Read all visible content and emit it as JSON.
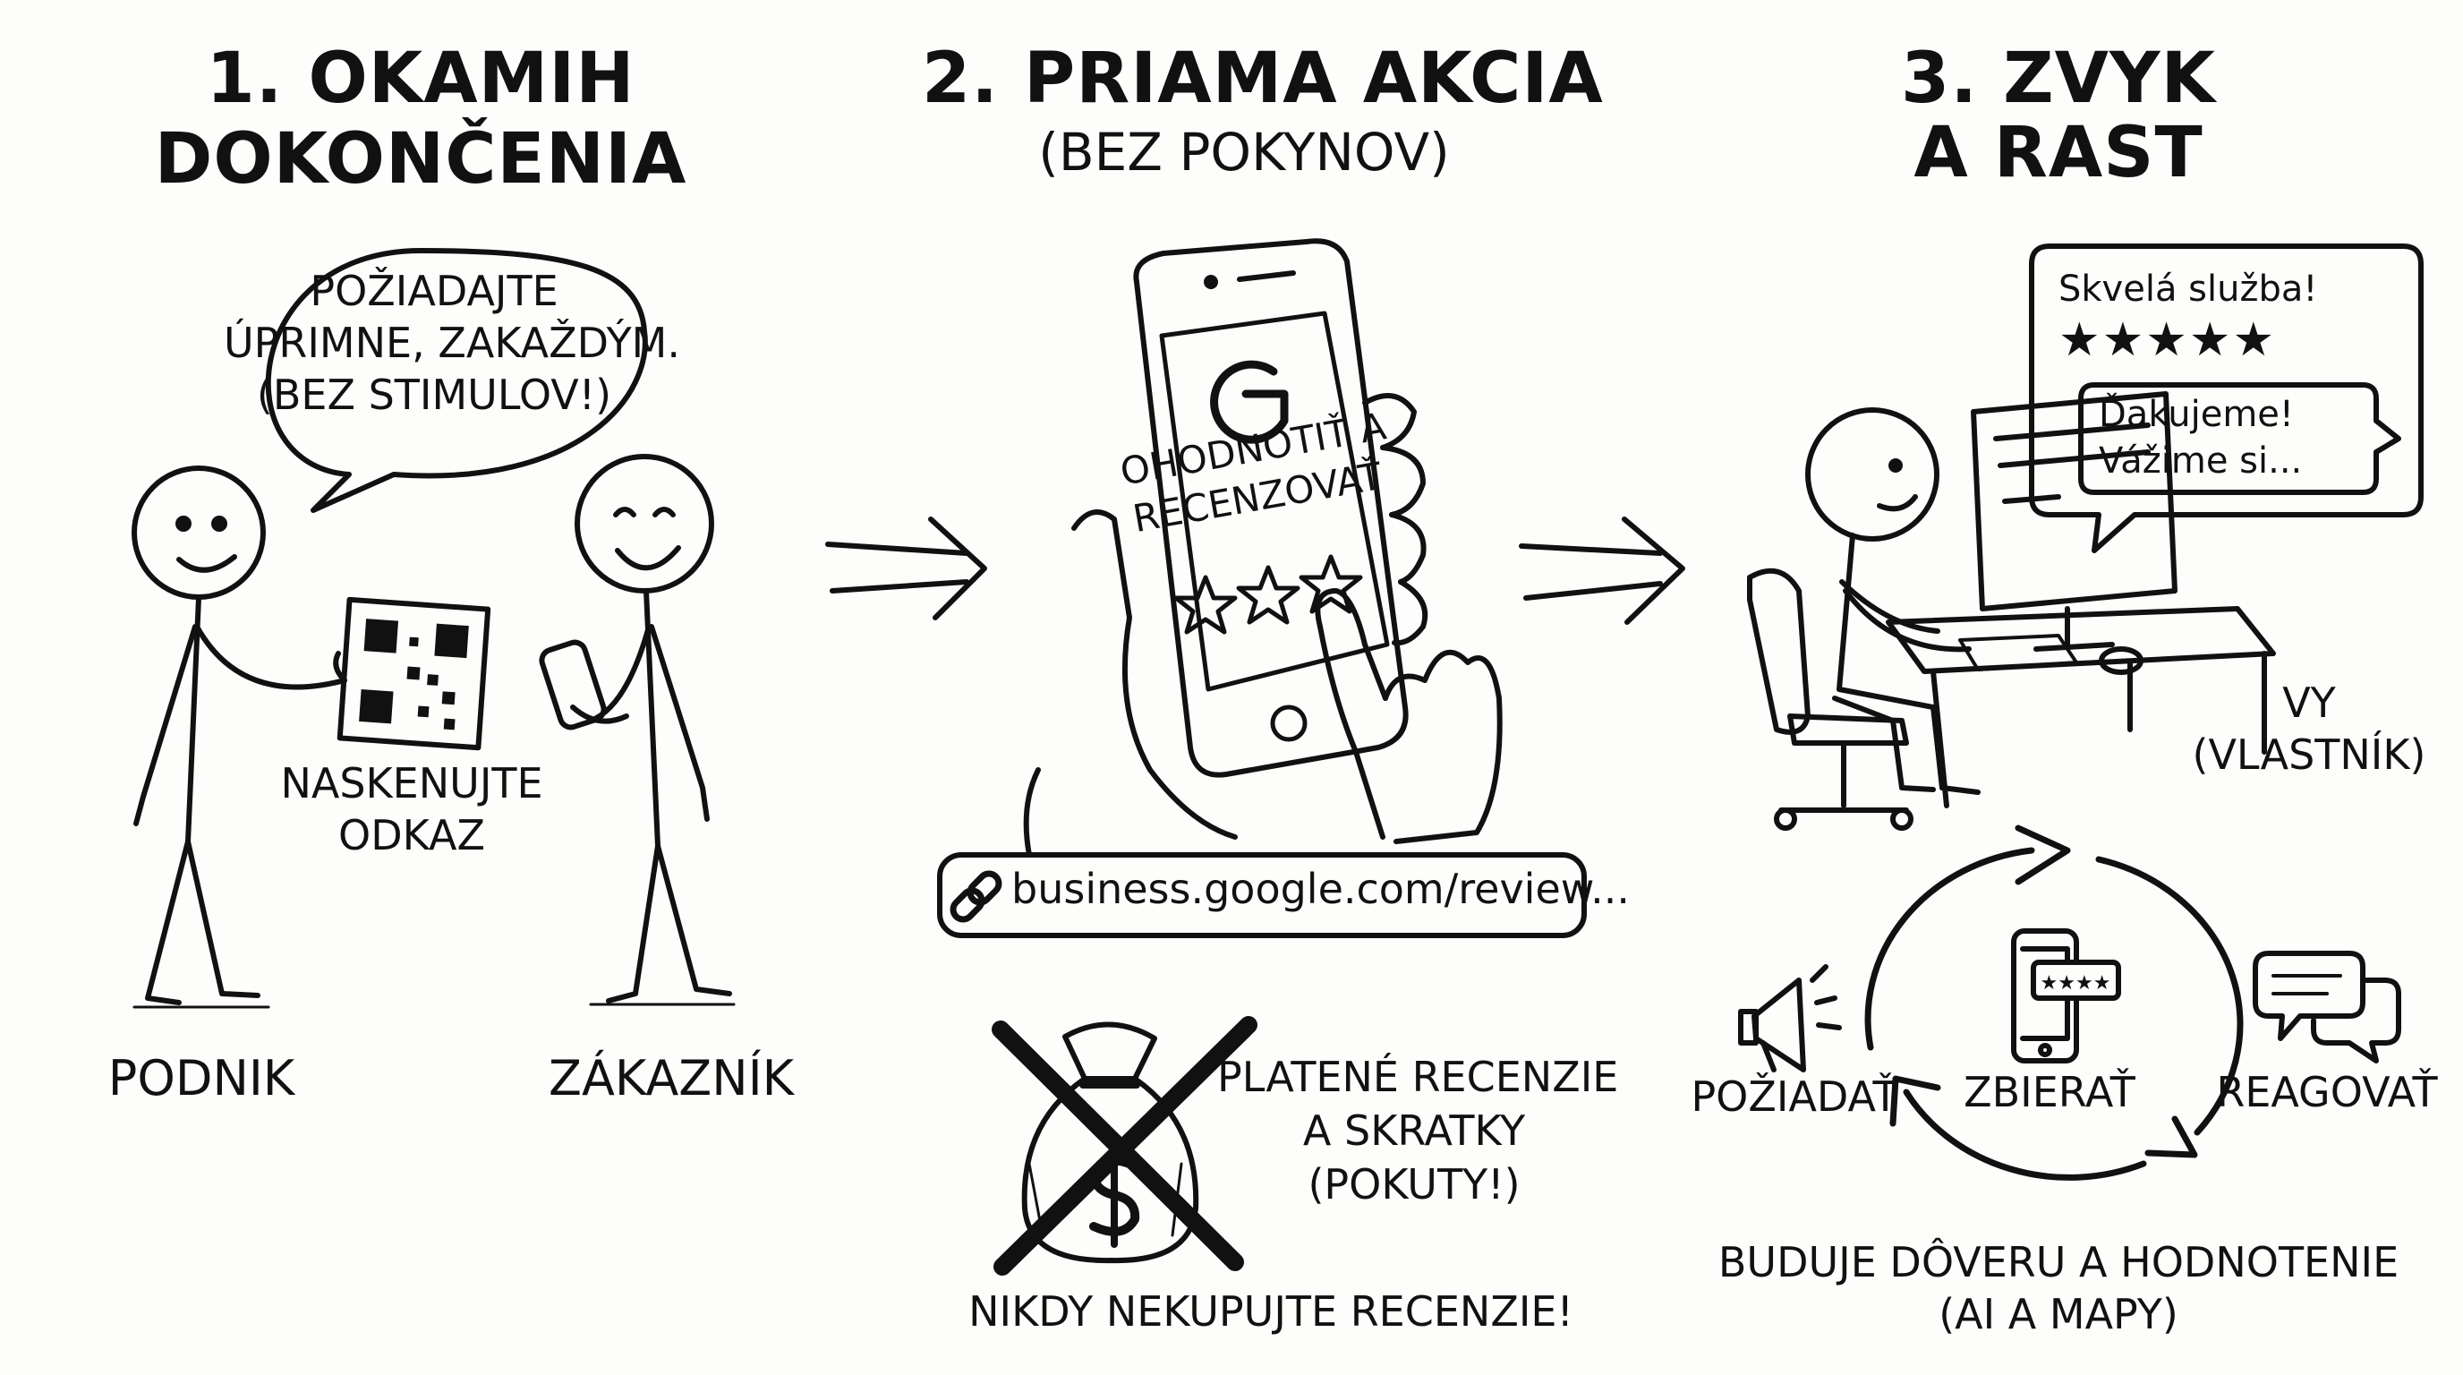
{
  "step1": {
    "title_line1": "1. OKAMIH",
    "title_line2": "DOKONČENIA",
    "bubble_line1": "POŽIADAJTE",
    "bubble_line2": "ÚPRIMNE, ZAKAŽDÝM.",
    "bubble_line3": "(BEZ STIMULOV!)",
    "scan_line1": "NASKENUJTE",
    "scan_line2": "ODKAZ",
    "left_label": "PODNIK",
    "right_label": "ZÁKAZNÍK"
  },
  "step2": {
    "title": "2. PRIAMA AKCIA",
    "subtitle": "(BEZ POKYNOV)",
    "phone_line1": "OHODNOTIŤ A",
    "phone_line2": "RECENZOVAŤ",
    "link_text": "business.google.com/review...",
    "warn_line1": "PLATENÉ RECENZIE",
    "warn_line2": "A SKRATKY",
    "warn_line3": "(POKUTY!)",
    "never": "NIKDY NEKUPUJTE RECENZIE!"
  },
  "step3": {
    "title_line1": "3. ZVYK",
    "title_line2": "A RAST",
    "review_text": "Skvelá služba!",
    "stars": "★★★★★",
    "reply_line1": "Ďakujeme!",
    "reply_line2": "Vážime si...",
    "owner_line1": "VY",
    "owner_line2": "(VLASTNÍK)",
    "cycle_ask": "POŽIADAŤ",
    "cycle_collect": "ZBIERAŤ",
    "cycle_respond": "REAGOVAŤ",
    "bottom_line1": "BUDUJE DÔVERU A HODNOTENIE",
    "bottom_line2": "(AI A MAPY)"
  },
  "colors": {
    "ink": "#111111",
    "paper": "#fdfdfb"
  },
  "icons": [
    "qr-code-icon",
    "phone-icon",
    "google-g-icon",
    "star-icon",
    "hand-icon",
    "link-icon",
    "money-bag-icon",
    "cross-icon",
    "computer-icon",
    "megaphone-icon",
    "chat-bubbles-icon",
    "cycle-arrows-icon"
  ]
}
